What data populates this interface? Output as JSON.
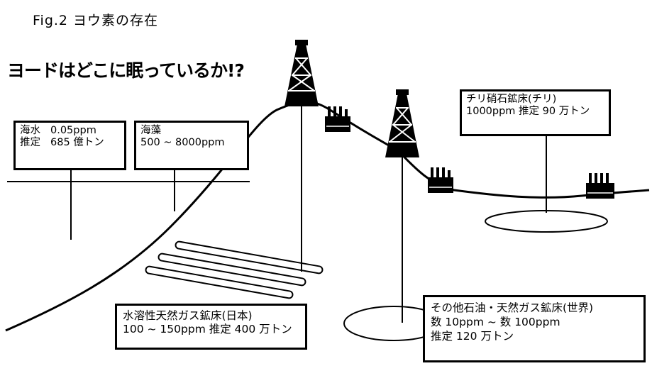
{
  "figure": {
    "caption": "Fig.2 ヨウ素の存在",
    "question": "ヨードはどこに眠っているか!?"
  },
  "labels": {
    "seawater": {
      "name": "海水",
      "concentration": "0.05ppm",
      "estimate_label": "推定",
      "estimate": "685 億トン"
    },
    "seaweed": {
      "name": "海藻",
      "concentration": "500 ~ 8000ppm"
    },
    "chile_nitre": {
      "name": "チリ硝石鉱床(チリ)",
      "line2": "1000ppm  推定 90 万トン"
    },
    "japan_gas": {
      "name": "水溶性天然ガス鉱床(日本)",
      "line2": "100 ~ 150ppm  推定 400 万トン"
    },
    "world_gas": {
      "name": "その他石油・天然ガス鉱床(世界)",
      "line2": "数 10ppm ~ 数 100ppm",
      "line3": "推定 120 万トン"
    }
  },
  "icons": [
    "oil-derrick-icon",
    "factory-icon"
  ]
}
